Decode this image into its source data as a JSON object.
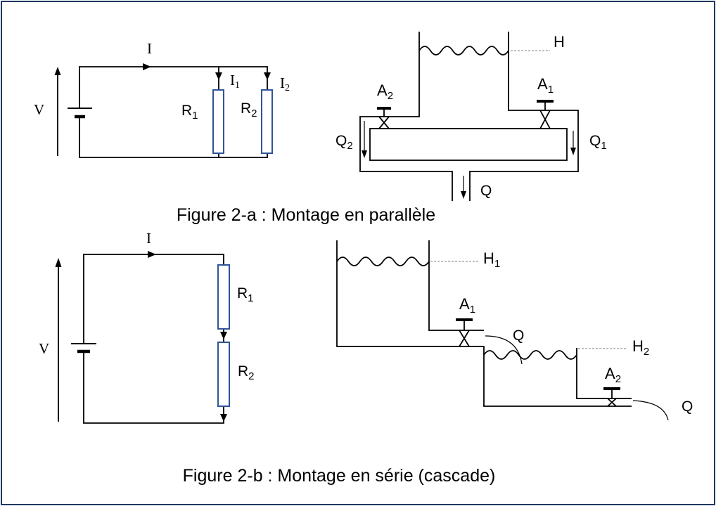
{
  "colors": {
    "frame": "#1f3864",
    "resistor": "#2f5597",
    "wire": "#000000",
    "level_line": "#7f7f7f"
  },
  "figure_a": {
    "caption": "Figure 2-a : Montage en parallèle",
    "circuit": {
      "voltage": "V",
      "current": "I",
      "current_1": {
        "base": "I",
        "sub": "1"
      },
      "current_2": {
        "base": "I",
        "sub": "2"
      },
      "resistor_1": {
        "base": "R",
        "sub": "1"
      },
      "resistor_2": {
        "base": "R",
        "sub": "2"
      }
    },
    "hydraulic": {
      "level": "H",
      "valve_1": {
        "base": "A",
        "sub": "1"
      },
      "valve_2": {
        "base": "A",
        "sub": "2"
      },
      "flow_1": {
        "base": "Q",
        "sub": "1"
      },
      "flow_2": {
        "base": "Q",
        "sub": "2"
      },
      "total_flow": "Q"
    }
  },
  "figure_b": {
    "caption": "Figure 2-b : Montage en série (cascade)",
    "circuit": {
      "voltage": "V",
      "current": "I",
      "resistor_1": {
        "base": "R",
        "sub": "1"
      },
      "resistor_2": {
        "base": "R",
        "sub": "2"
      }
    },
    "hydraulic": {
      "level_1": {
        "base": "H",
        "sub": "1"
      },
      "level_2": {
        "base": "H",
        "sub": "2"
      },
      "valve_1": {
        "base": "A",
        "sub": "1"
      },
      "valve_2": {
        "base": "A",
        "sub": "2"
      },
      "flow_out_1": "Q",
      "flow_out_2": "Q"
    }
  }
}
